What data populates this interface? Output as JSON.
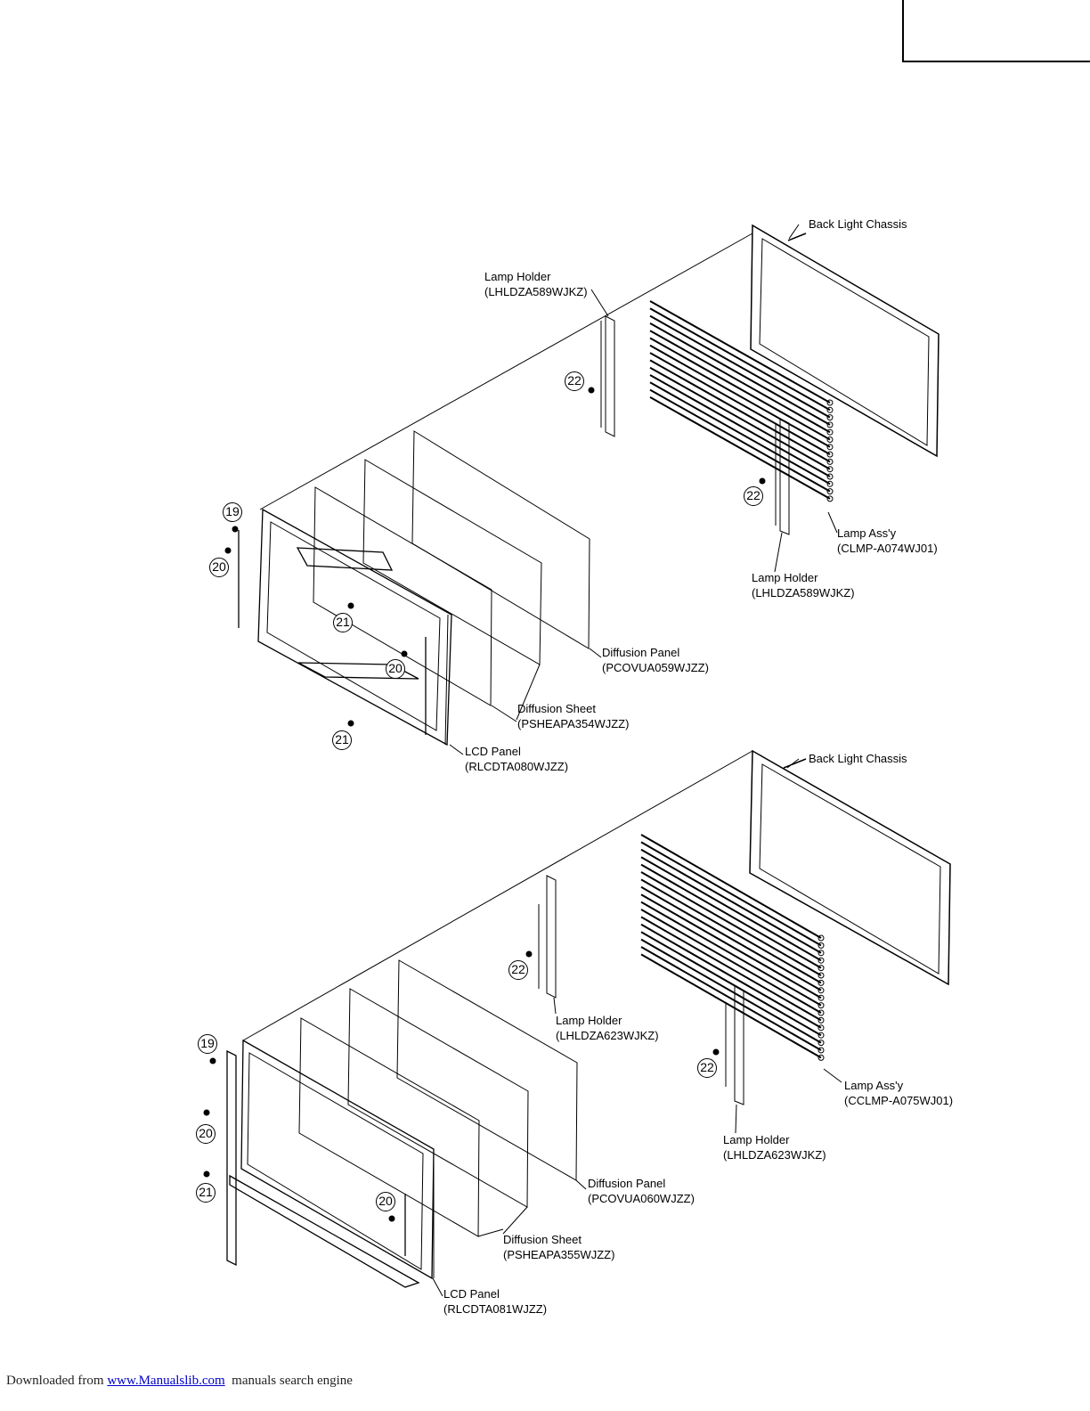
{
  "diagram1": {
    "back_light_chassis": "Back Light Chassis",
    "lamp_holder_top": {
      "name": "Lamp Holder",
      "part": "(LHLDZA589WJKZ)"
    },
    "lamp_holder_bottom": {
      "name": "Lamp Holder",
      "part": "(LHLDZA589WJKZ)"
    },
    "lamp_assy": {
      "name": "Lamp Ass'y",
      "part": "(CLMP-A074WJ01)"
    },
    "diffusion_panel": {
      "name": "Diffusion Panel",
      "part": "(PCOVUA059WJZZ)"
    },
    "diffusion_sheet": {
      "name": "Diffusion Sheet",
      "part": "(PSHEAPA354WJZZ)"
    },
    "lcd_panel": {
      "name": "LCD Panel",
      "part": "(RLCDTA080WJZZ)"
    },
    "callouts": {
      "c19": "19",
      "c20a": "20",
      "c20b": "20",
      "c21a": "21",
      "c21b": "21",
      "c22a": "22",
      "c22b": "22"
    }
  },
  "diagram2": {
    "back_light_chassis": "Back Light Chassis",
    "lamp_holder_top": {
      "name": "Lamp Holder",
      "part": "(LHLDZA623WJKZ)"
    },
    "lamp_holder_bottom": {
      "name": "Lamp Holder",
      "part": "(LHLDZA623WJKZ)"
    },
    "lamp_assy": {
      "name": "Lamp Ass'y",
      "part": "(CCLMP-A075WJ01)"
    },
    "diffusion_panel": {
      "name": "Diffusion Panel",
      "part": "(PCOVUA060WJZZ)"
    },
    "diffusion_sheet": {
      "name": "Diffusion Sheet",
      "part": "(PSHEAPA355WJZZ)"
    },
    "lcd_panel": {
      "name": "LCD Panel",
      "part": "(RLCDTA081WJZZ)"
    },
    "callouts": {
      "c19": "19",
      "c20a": "20",
      "c20b": "20",
      "c21": "21",
      "c22a": "22",
      "c22b": "22"
    }
  },
  "footer": {
    "prefix": "Downloaded from",
    "link": "www.Manualslib.com",
    "suffix": "manuals search engine"
  }
}
